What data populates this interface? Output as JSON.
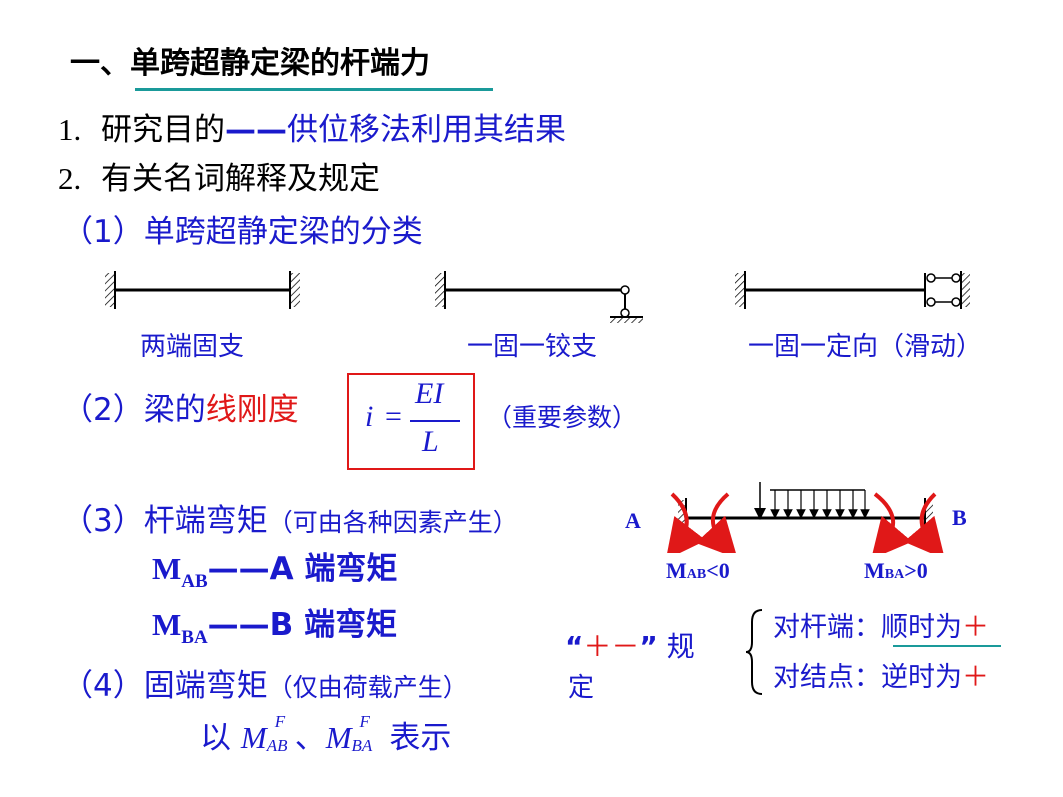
{
  "title": "一、单跨超静定梁的杆端力",
  "line1": {
    "num": "1.",
    "text": "研究目的",
    "dash": "——",
    "rest": "供位移法利用其结果"
  },
  "line2": {
    "num": "2.",
    "text": "有关名词解释及规定"
  },
  "sec1": {
    "label": "（1）单跨超静定梁的分类"
  },
  "beams": [
    {
      "caption": "两端固支"
    },
    {
      "caption": "一固一铰支"
    },
    {
      "caption": "一固一定向（滑动）"
    }
  ],
  "sec2": {
    "label": "（2）梁的",
    "highlight": "线刚度",
    "note": "（重要参数）"
  },
  "formula": {
    "lhs": "i",
    "eq": "=",
    "num": "EI",
    "den": "L"
  },
  "sec3": {
    "label": "（3）杆端弯矩",
    "note": "（可由各种因素产生）"
  },
  "mab": {
    "M": "M",
    "sub": "AB",
    "rest": "——A 端弯矩"
  },
  "mba": {
    "M": "M",
    "sub": "BA",
    "rest": "——B 端弯矩"
  },
  "sec4": {
    "label": "（4）固端弯矩",
    "note": "（仅由荷载产生）"
  },
  "show": {
    "pre": "以",
    "m": "M",
    "sup": "F",
    "sub1": "AB",
    "sep": "、",
    "sub2": "BA",
    "post": "表示"
  },
  "diagram": {
    "labelA": "A",
    "labelB": "B",
    "mabLabel": "M",
    "mabSub": "AB",
    "mabRel": "<0",
    "mbaLabel": "M",
    "mbaSub": "BA",
    "mbaRel": ">0"
  },
  "sign": {
    "open": "“",
    "plusminus": "＋－",
    "close": "”",
    "text": "规",
    "text2": "定"
  },
  "rules": [
    {
      "label": "对杆端：",
      "text": "顺时为",
      "sign": "＋"
    },
    {
      "label": "对结点：",
      "text": "逆时为",
      "sign": "＋"
    }
  ],
  "colors": {
    "blue": "#1a1acc",
    "red": "#e01818",
    "teal": "#1a9a9a"
  }
}
